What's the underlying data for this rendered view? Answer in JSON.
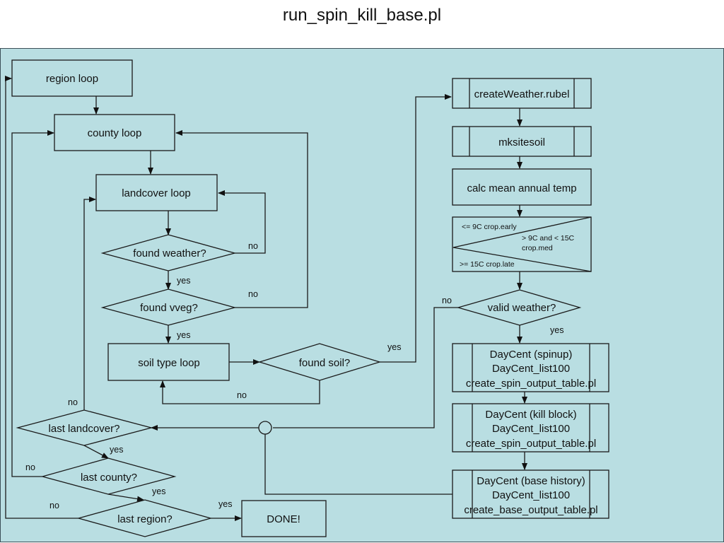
{
  "title": "run_spin_kill_base.pl",
  "colors": {
    "background": "#b9dee2",
    "stroke": "#1a1a1a",
    "text": "#111111"
  },
  "nodes": {
    "region_loop": "region loop",
    "county_loop": "county loop",
    "landcover_loop": "landcover loop",
    "found_weather": "found weather?",
    "found_vveg": "found vveg?",
    "soil_type_loop": "soil type loop",
    "found_soil": "found soil?",
    "last_landcover": "last landcover?",
    "last_county": "last county?",
    "last_region": "last region?",
    "done": "DONE!",
    "create_weather": "createWeather.rubel",
    "mksitesoil": "mksitesoil",
    "calc_temp": "calc mean annual temp",
    "crop_early": "<= 9C crop.early",
    "crop_med_1": "> 9C and < 15C",
    "crop_med_2": "crop.med",
    "crop_late": ">= 15C crop.late",
    "valid_weather": "valid weather?",
    "spinup": [
      "DayCent (spinup)",
      "DayCent_list100",
      "create_spin_output_table.pl"
    ],
    "kill_block": [
      "DayCent (kill block)",
      "DayCent_list100",
      "create_spin_output_table.pl"
    ],
    "base_history": [
      "DayCent (base history)",
      "DayCent_list100",
      "create_base_output_table.pl"
    ]
  },
  "edge_labels": {
    "found_weather_no": "no",
    "found_weather_yes": "yes",
    "found_vveg_no": "no",
    "found_vveg_yes": "yes",
    "found_soil_yes": "yes",
    "found_soil_no": "no",
    "valid_weather_no": "no",
    "valid_weather_yes": "yes",
    "last_landcover_no": "no",
    "last_landcover_yes": "yes",
    "last_county_no": "no",
    "last_county_yes": "yes",
    "last_region_no": "no",
    "last_region_yes": "yes"
  }
}
